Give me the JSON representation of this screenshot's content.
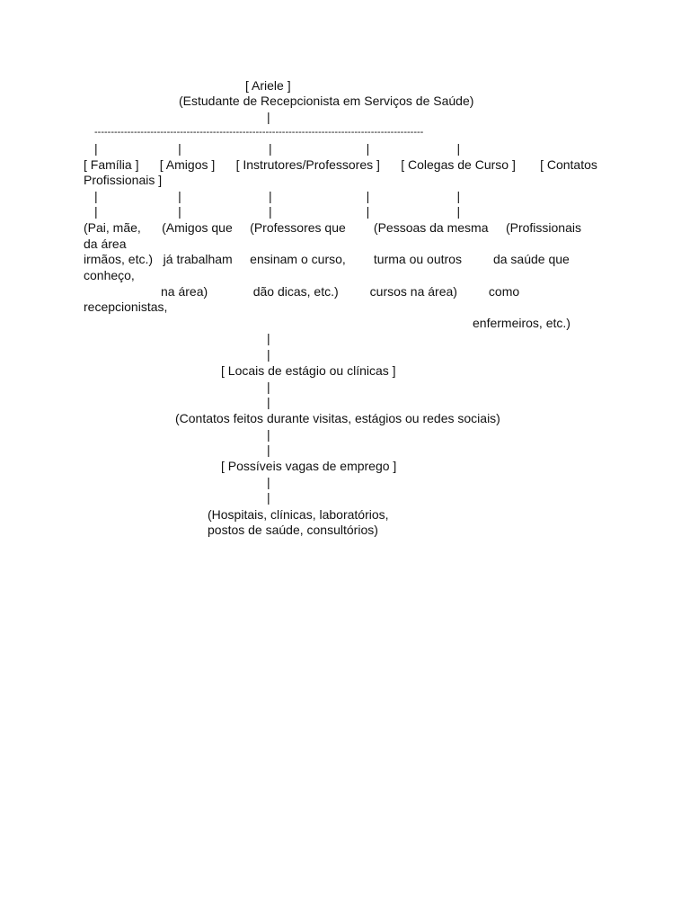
{
  "document": {
    "lines": [
      "[ Ariele ]",
      "(Estudante de Recepcionista em Serviços de Saúde)",
      "|",
      "----------------------------------------------------------------------------------------------------",
      "|                       |                         |                           |                         |",
      "[ Família ]      [ Amigos ]      [ Instrutores/Professores ]      [ Colegas de Curso ]       [ Contatos",
      "Profissionais ]",
      "|                       |                         |                           |                         |",
      "|                       |                         |                           |                         |",
      "(Pai, mãe,      (Amigos que     (Professores que        (Pessoas da mesma     (Profissionais",
      "da área",
      "irmãos, etc.)   já trabalham     ensinam o curso,        turma ou outros         da saúde que",
      "conheço,",
      "na área)             dão dicas, etc.)         cursos na área)         como",
      "recepcionistas,",
      "enfermeiros, etc.)",
      "|",
      "|",
      "[ Locais de estágio ou clínicas ]",
      "|",
      "|",
      "(Contatos feitos durante visitas, estágios ou redes sociais)",
      "|",
      "|",
      "[ Possíveis vagas de emprego ]",
      "|",
      "|",
      "(Hospitais, clínicas, laboratórios,",
      "postos de saúde, consultórios)"
    ]
  }
}
